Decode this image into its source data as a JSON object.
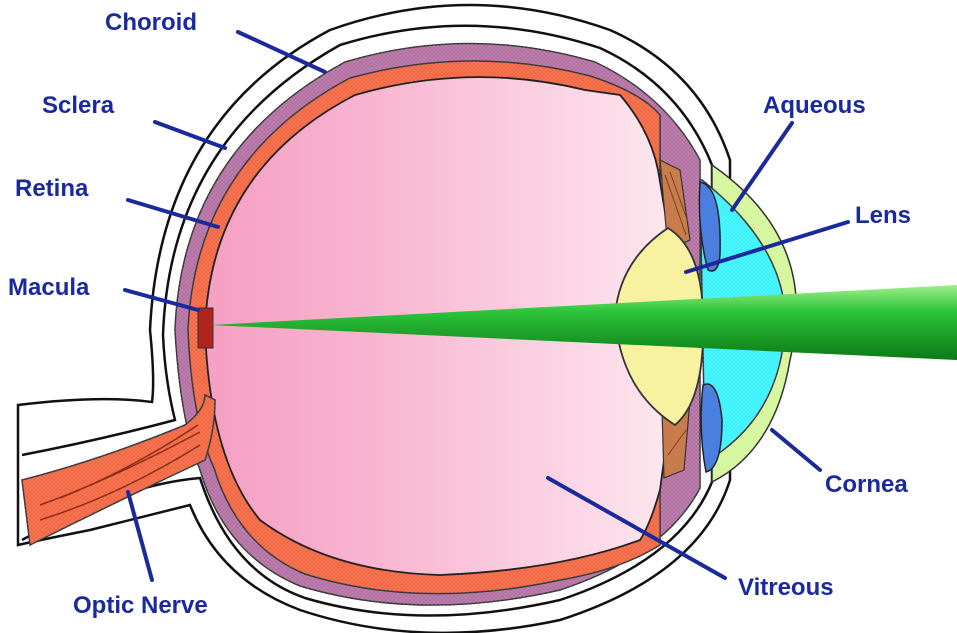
{
  "colors": {
    "label": "#1a2a9c",
    "choroid": "#b06a9e",
    "retina": "#f2603a",
    "macula": "#b0241c",
    "vitreous_light": "#fde0ea",
    "vitreous_dark": "#f5a6c6",
    "lens": "#f8f1a0",
    "aqueous": "#33f2ff",
    "iris": "#4a7fe0",
    "cornea": "#d6f7a0",
    "ciliary": "#c87c4c",
    "light_beam": "#1fae2c"
  },
  "labels": {
    "choroid": "Choroid",
    "sclera": "Sclera",
    "retina": "Retina",
    "macula": "Macula",
    "optic_nerve": "Optic Nerve",
    "aqueous": "Aqueous",
    "lens": "Lens",
    "cornea": "Cornea",
    "vitreous": "Vitreous"
  }
}
